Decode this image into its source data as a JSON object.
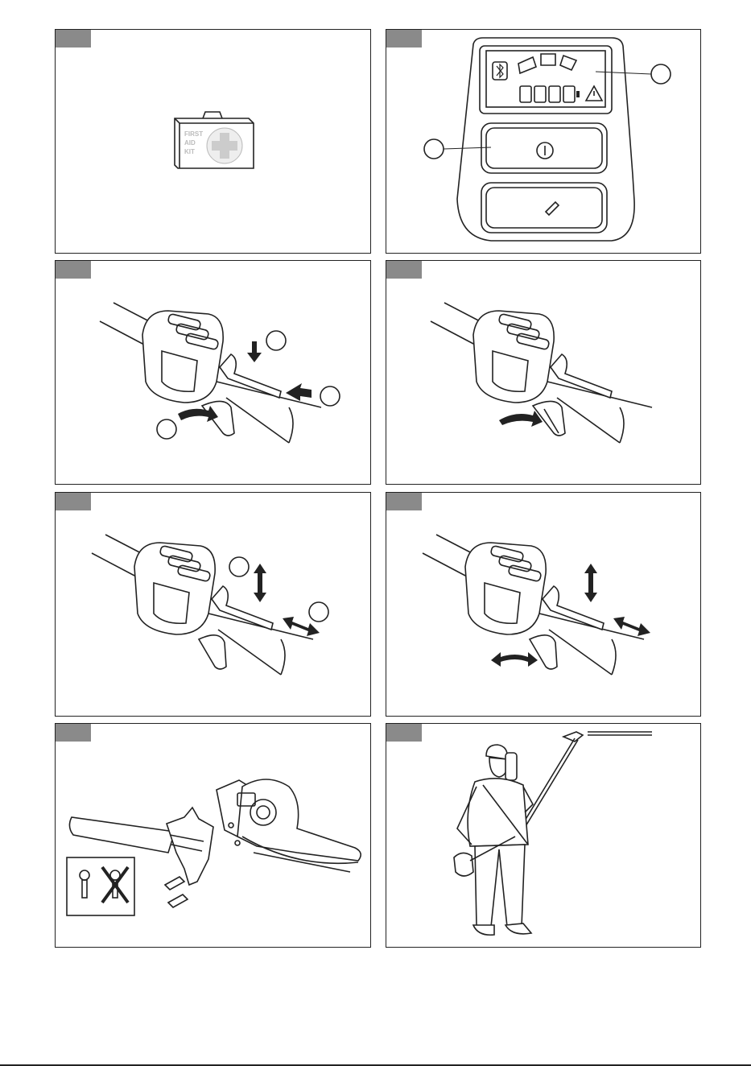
{
  "panels": [
    {
      "id": "first-aid-kit",
      "label_lines": [
        "FIRST",
        "AID",
        "KIT"
      ]
    },
    {
      "id": "control-display"
    },
    {
      "id": "handle-lock-press"
    },
    {
      "id": "handle-trigger-release"
    },
    {
      "id": "handle-adjust"
    },
    {
      "id": "handle-adjust-all"
    },
    {
      "id": "handle-mount"
    },
    {
      "id": "operator-stance"
    }
  ],
  "colors": {
    "tab": "#8a8a8a",
    "line": "#222222",
    "cross": "#bbbbbb"
  }
}
